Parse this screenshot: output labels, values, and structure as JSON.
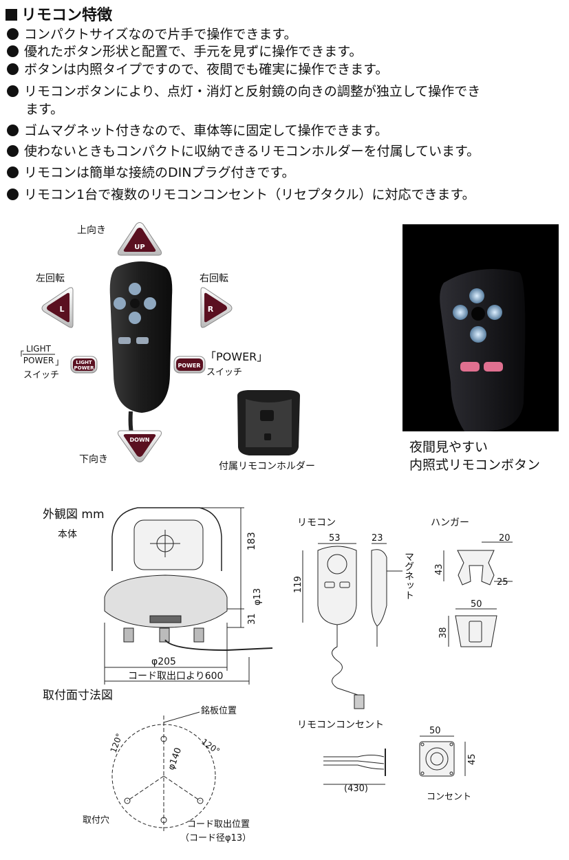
{
  "heading": "リモコン特徴",
  "features": [
    "コンパクトサイズなので片手で操作できます。",
    "優れたボタン形状と配置で、手元を見ずに操作できます。",
    "ボタンは内照タイプですので、夜間でも確実に操作できます。",
    "リモコンボタンにより、点灯・消灯と反射鏡の向きの調整が独立して操作でき",
    "ゴムマグネット付きなので、車体等に固定して操作できます。",
    "使わないときもコンパクトに収納できるリモコンホルダーを付属しています。",
    "リモコンは簡単な接続のDINプラグ付きです。",
    "リモコン1台で複数のリモコンコンセント（リセプタクル）に対応できます。"
  ],
  "feature4_cont": "ます。",
  "remote": {
    "up_label": "上向き",
    "left_label": "左回転",
    "right_label": "右回転",
    "down_label": "下向き",
    "up_btn": "UP",
    "left_btn": "L",
    "right_btn": "R",
    "down_btn": "DOWN",
    "light_bracket_top": "LIGHT",
    "light_bracket_bottom": "POWER",
    "light_switch": "スイッチ",
    "light_btn_top": "LIGHT",
    "light_btn_bottom": "POWER",
    "power_btn": "POWER",
    "power_label": "「POWER」",
    "power_switch": "スイッチ",
    "holder_caption": "付属リモコンホルダー"
  },
  "night_caption": [
    "夜間見やすい",
    "内照式リモコンボタン"
  ],
  "diagram": {
    "title": "外観図 mm",
    "body_label": "本体",
    "dim_183": "183",
    "dim_31": "31",
    "dim_13": "φ13",
    "dim_205": "φ205",
    "dim_600": "コード取出口より600",
    "remote_title": "リモコン",
    "dim_53": "53",
    "dim_23": "23",
    "dim_119": "119",
    "magnet": "マグネット",
    "hanger_title": "ハンガー",
    "dim_20": "20",
    "dim_43": "43",
    "dim_25": "25",
    "dim_50a": "50",
    "dim_38": "38",
    "mount_title": "取付面寸法図",
    "nameplate": "銘板位置",
    "angle1": "120°",
    "angle2": "120°",
    "dim_140": "φ140",
    "mount_hole": "取付穴",
    "cord_pos": "コード取出位置",
    "cord_dia": "（コード径φ13）",
    "outlet_title": "リモコンコンセント",
    "dim_50b": "50",
    "dim_45": "45",
    "dim_430": "(430)",
    "outlet_label": "コンセント"
  }
}
